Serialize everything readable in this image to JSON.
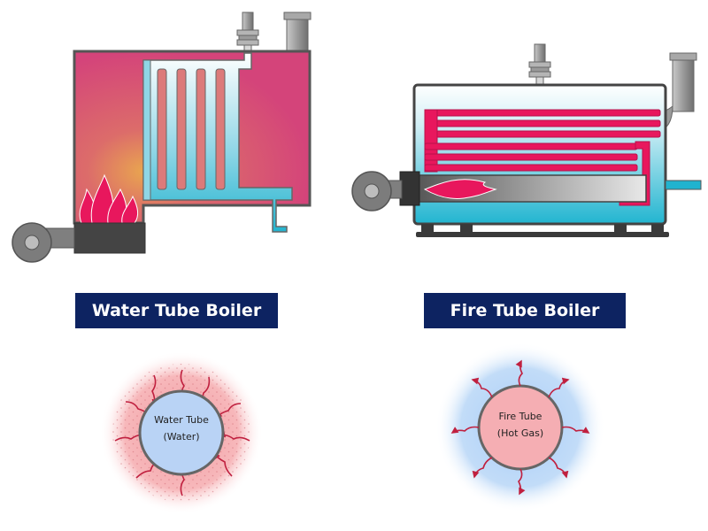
{
  "water_tube_boiler": {
    "title": "Water Tube Boiler",
    "tube_label_line1": "Water Tube",
    "tube_label_line2": "(Water)"
  },
  "fire_tube_boiler": {
    "title": "Fire Tube Boiler",
    "tube_label_line1": "Fire Tube",
    "tube_label_line2": "(Hot Gas)"
  },
  "colors": {
    "label_bg": "#0d2361",
    "hot_gas": "#d9436f",
    "water": "#20b3cf",
    "flame": "#e8175d",
    "metal": "#8c8c8c",
    "water_tube_fill": "#b9d3f5",
    "fire_tube_fill": "#f5aeb3"
  }
}
